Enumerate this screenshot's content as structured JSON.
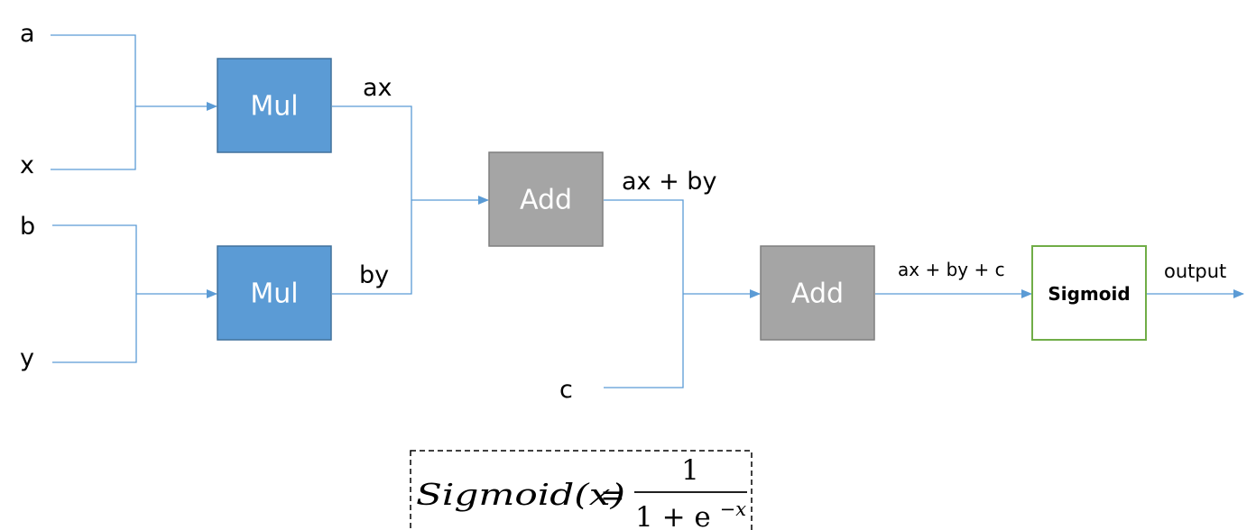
{
  "inputs": {
    "a": "a",
    "x": "x",
    "b": "b",
    "y": "y",
    "c": "c"
  },
  "nodes": {
    "mul_top": "Mul",
    "mul_bottom": "Mul",
    "add_first": "Add",
    "add_second": "Add",
    "sigmoid": "Sigmoid"
  },
  "edge_labels": {
    "ax": "ax",
    "by": "by",
    "ax_by": "ax + by",
    "ax_by_c": "ax + by + c",
    "output": "output"
  },
  "formula": {
    "lhs": "Sigmoid(x)",
    "equals": "=",
    "numerator": "1",
    "denominator_base": "1 + e",
    "denominator_exponent": "−x"
  },
  "colors": {
    "mul_fill": "#5b9bd5",
    "mul_stroke": "#41719c",
    "add_fill": "#a5a5a5",
    "add_stroke": "#7f7f7f",
    "sigmoid_stroke": "#70ad47",
    "wire": "#5b9bd5"
  }
}
